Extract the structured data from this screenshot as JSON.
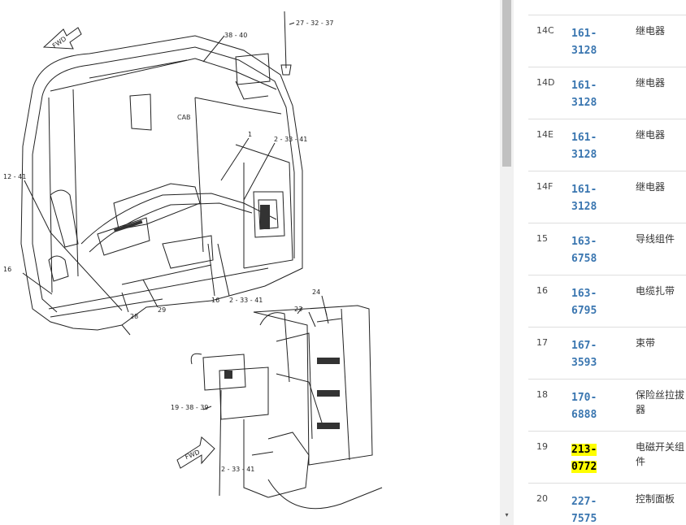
{
  "diagram": {
    "fwd_top": "FWD",
    "fwd_bottom": "FWD",
    "cab_label": "CAB",
    "callouts": [
      {
        "id": "c-273237",
        "text": "27 - 32 - 37"
      },
      {
        "id": "c-3840",
        "text": "38 - 40"
      },
      {
        "id": "c-1",
        "text": "1"
      },
      {
        "id": "c-23341-top",
        "text": "2 - 33 - 41"
      },
      {
        "id": "c-1241",
        "text": "12 - 41"
      },
      {
        "id": "c-16-left",
        "text": "16"
      },
      {
        "id": "c-28",
        "text": "28"
      },
      {
        "id": "c-29",
        "text": "29"
      },
      {
        "id": "c-16-mid",
        "text": "16"
      },
      {
        "id": "c-23341-mid",
        "text": "2 - 33 - 41"
      },
      {
        "id": "c-24",
        "text": "24"
      },
      {
        "id": "c-23",
        "text": "23"
      },
      {
        "id": "c-193839",
        "text": "19 - 38 - 39"
      },
      {
        "id": "c-23341-bot",
        "text": "2 - 33 - 41"
      }
    ]
  },
  "parts": [
    {
      "ref": "14C",
      "pn": "161-3128",
      "pn_lines": [
        "161-",
        "3128"
      ],
      "desc": "继电器",
      "highlight": false
    },
    {
      "ref": "14D",
      "pn": "161-3128",
      "pn_lines": [
        "161-",
        "3128"
      ],
      "desc": "继电器",
      "highlight": false
    },
    {
      "ref": "14E",
      "pn": "161-3128",
      "pn_lines": [
        "161-",
        "3128"
      ],
      "desc": "继电器",
      "highlight": false
    },
    {
      "ref": "14F",
      "pn": "161-3128",
      "pn_lines": [
        "161-",
        "3128"
      ],
      "desc": "继电器",
      "highlight": false
    },
    {
      "ref": "15",
      "pn": "163-6758",
      "pn_lines": [
        "163-",
        "6758"
      ],
      "desc": "导线组件",
      "highlight": false
    },
    {
      "ref": "16",
      "pn": "163-6795",
      "pn_lines": [
        "163-",
        "6795"
      ],
      "desc": "电缆扎带",
      "highlight": false
    },
    {
      "ref": "17",
      "pn": "167-3593",
      "pn_lines": [
        "167-",
        "3593"
      ],
      "desc": "束带",
      "highlight": false
    },
    {
      "ref": "18",
      "pn": "170-6888",
      "pn_lines": [
        "170-",
        "6888"
      ],
      "desc": "保险丝拉拔器",
      "highlight": false
    },
    {
      "ref": "19",
      "pn": "213-0772",
      "pn_lines": [
        "213-",
        "0772"
      ],
      "desc": "电磁开关组件",
      "highlight": true
    },
    {
      "ref": "20",
      "pn": "227-7575",
      "pn_lines": [
        "227-",
        "7575"
      ],
      "desc": "控制面板",
      "highlight": false
    }
  ],
  "scrollbar": {
    "down_icon": "▾"
  }
}
